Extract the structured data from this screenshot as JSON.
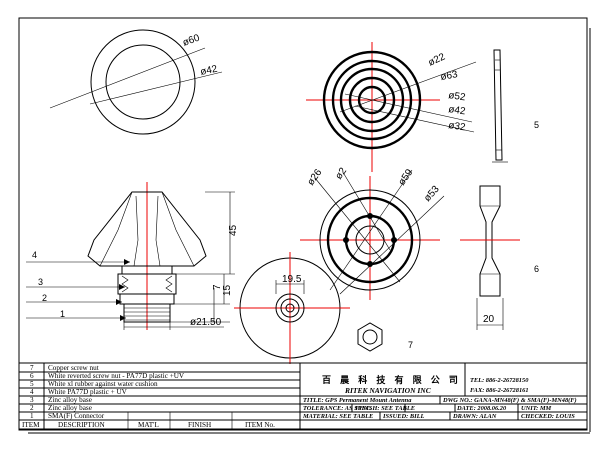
{
  "views": {
    "top_ring": {
      "dia_outer": "ø60",
      "dia_inner": "ø42"
    },
    "top_right_rings": {
      "d1": "ø22",
      "d2": "ø63",
      "d3": "ø52",
      "d4": "ø42",
      "d5": "ø32"
    },
    "side_profile": {
      "h_total": "45",
      "h_mid": "15",
      "h_low": "7",
      "dia_base": "ø21.50"
    },
    "mid_front": {
      "d1": "ø26",
      "d2": "ø2",
      "d3": "ø59",
      "d4": "ø53"
    },
    "bottom_view": {
      "width": "19.5"
    },
    "section_view": {
      "width": "20"
    }
  },
  "callouts": [
    "1",
    "2",
    "3",
    "4",
    "5",
    "6",
    "7"
  ],
  "bom": {
    "rows": [
      {
        "no": "7",
        "desc": "Copper screw nut"
      },
      {
        "no": "6",
        "desc": "White reverted screw nut - PA77D plastic +UV"
      },
      {
        "no": "5",
        "desc": "White xl rubber against water cushion"
      },
      {
        "no": "4",
        "desc": "White PA77D plastic + UV"
      },
      {
        "no": "3",
        "desc": "Zinc alloy base"
      },
      {
        "no": "2",
        "desc": "Zinc alloy base"
      },
      {
        "no": "1",
        "desc": "SMA(F) Connector"
      }
    ],
    "header": {
      "item": "ITEM",
      "description": "DESCRIPTION",
      "matl": "MAT'L",
      "finish": "FINISH",
      "item_no": "ITEM No."
    }
  },
  "title_block": {
    "company_cn": "百 晨 科 技 有 限 公 司",
    "company_en": "RITEK NAVIGATION INC",
    "tel": "TEL: 886-2-26728150",
    "fax": "FAX: 886-2-26728161",
    "title": "TITLE: GPS Permanent Mount Antenna",
    "dwg_no": "DWG NO.: GANA-MN48(F) & SMA(F)-MN48(F)",
    "tolerance": "TOLERANCE: AS SPEC.",
    "finish": "FINISH: SEE TABLE",
    "date": "DATE: 2008.06.20",
    "unit": "UNIT: MM",
    "material": "MATERIAL: SEE TABLE",
    "issued": "ISSUED: BILL",
    "drawn": "DRAWN: ALAN",
    "checked": "CHECKED: LOUIS"
  }
}
